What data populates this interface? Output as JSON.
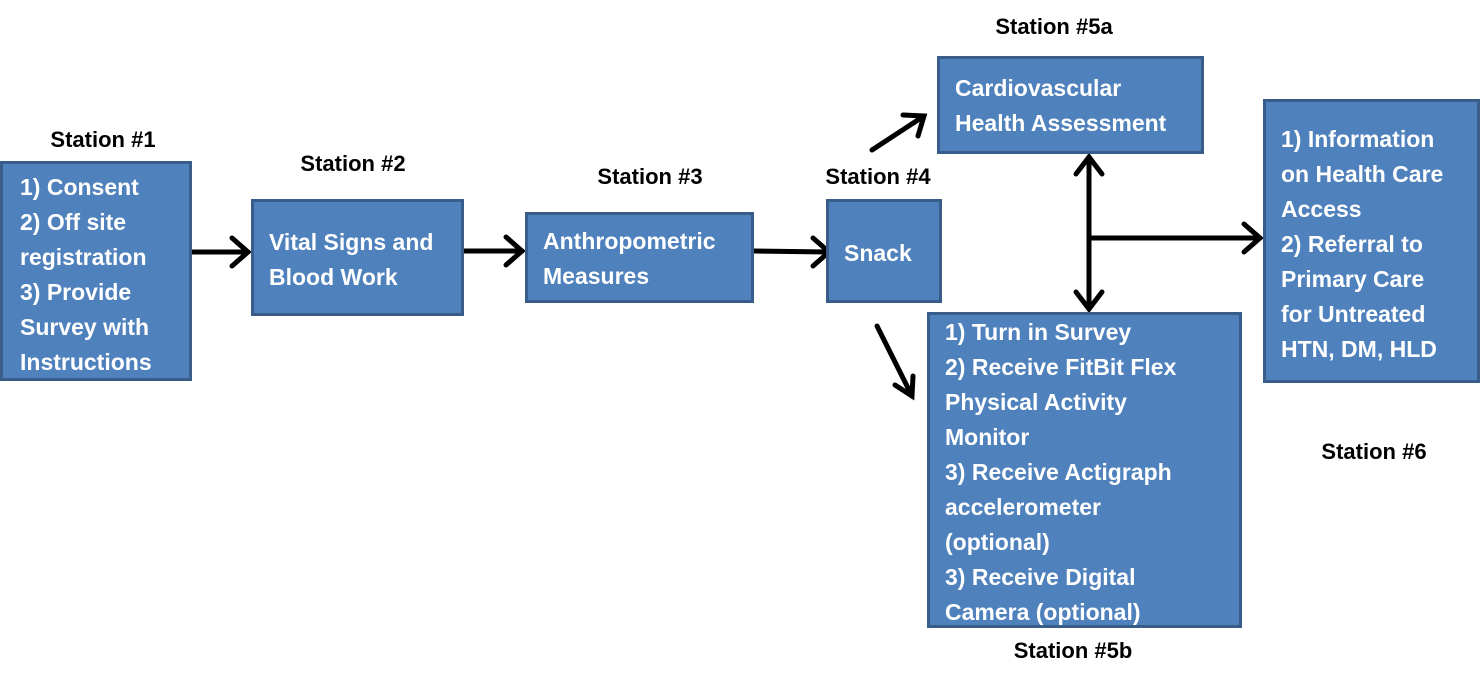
{
  "stations": [
    {
      "label": "Station #1",
      "lines": [
        "1) Consent",
        "2) Off site",
        "registration",
        "3) Provide",
        "Survey with",
        "Instructions"
      ]
    },
    {
      "label": "Station #2",
      "lines": [
        "Vital Signs and",
        "Blood Work"
      ]
    },
    {
      "label": "Station #3",
      "lines": [
        "Anthropometric",
        "Measures"
      ]
    },
    {
      "label": "Station #4",
      "lines": [
        "Snack"
      ]
    },
    {
      "label": "Station #5a",
      "lines": [
        "Cardiovascular",
        "Health Assessment"
      ]
    },
    {
      "label": "Station #5b",
      "lines": [
        "1) Turn in Survey",
        "2) Receive  FitBit Flex",
        "Physical Activity",
        "Monitor",
        "3) Receive Actigraph",
        "accelerometer",
        "(optional)",
        "3) Receive Digital",
        "Camera (optional)"
      ]
    },
    {
      "label": "Station #6",
      "lines": [
        "1) Information",
        "on Health Care",
        "Access",
        "2) Referral to",
        "Primary Care",
        "for Untreated",
        "HTN, DM, HLD"
      ]
    }
  ],
  "colors": {
    "box_fill": "#4F81BD",
    "box_border": "#385D8A",
    "arrow": "#000000"
  }
}
